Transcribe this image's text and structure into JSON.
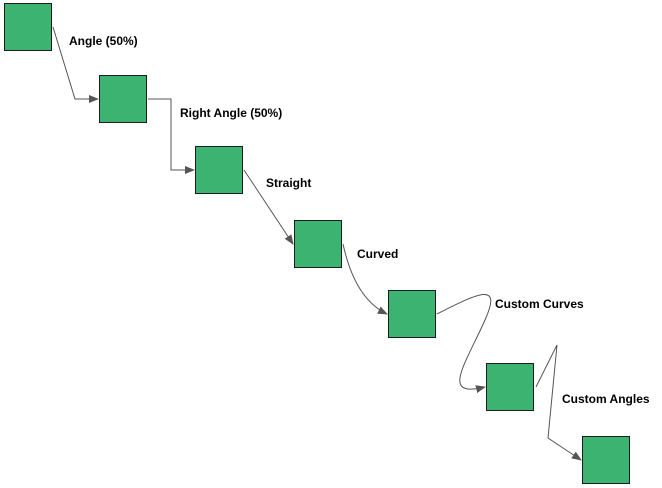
{
  "diagram": {
    "node_color": "#3cb371",
    "edge_color": "#555555",
    "nodes": [
      {
        "id": "n1"
      },
      {
        "id": "n2"
      },
      {
        "id": "n3"
      },
      {
        "id": "n4"
      },
      {
        "id": "n5"
      },
      {
        "id": "n6"
      },
      {
        "id": "n7"
      }
    ],
    "edges": [
      {
        "from": "n1",
        "to": "n2",
        "label": "Angle (50%)"
      },
      {
        "from": "n2",
        "to": "n3",
        "label": "Right Angle (50%)"
      },
      {
        "from": "n3",
        "to": "n4",
        "label": "Straight"
      },
      {
        "from": "n4",
        "to": "n5",
        "label": "Curved"
      },
      {
        "from": "n5",
        "to": "n6",
        "label": "Custom Curves"
      },
      {
        "from": "n6",
        "to": "n7",
        "label": "Custom Angles"
      }
    ]
  }
}
